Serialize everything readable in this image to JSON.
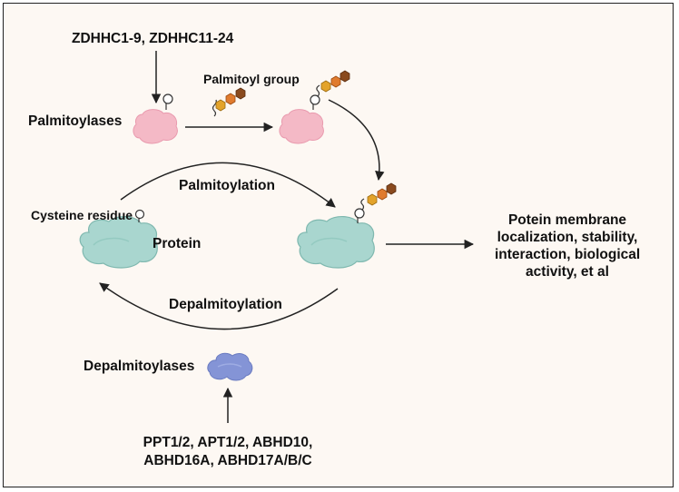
{
  "labels": {
    "zdhhc": "ZDHHC1-9, ZDHHC11-24",
    "palmitoyl_group": "Palmitoyl group",
    "palmitoylases": "Palmitoylases",
    "palmitoylation": "Palmitoylation",
    "cysteine_residue": "Cysteine residue",
    "protein": "Protein",
    "depalmitoylation": "Depalmitoylation",
    "depalmitoylases": "Depalmitoylases",
    "outcome_lines": [
      "Potein membrane",
      "localization,  stability,",
      "interaction,  biological",
      "activity, et al"
    ],
    "depalmitoylase_list_lines": [
      "PPT1/2, APT1/2, ABHD10,",
      "ABHD16A, ABHD17A/B/C"
    ]
  },
  "colors": {
    "background": "#fdf8f3",
    "palmitoylase_pink": "#f4b9c6",
    "protein_teal": "#a9d6cf",
    "depalmitoylase_blue": "#8494d6",
    "palmitoyl_orange": "#e07b2e",
    "palmitoyl_yellow": "#e3a32a",
    "palmitoyl_brown": "#8a4a1e",
    "arrow": "#222222"
  },
  "icons": [
    "palmitoylase-enzyme-icon",
    "protein-icon",
    "depalmitoylase-enzyme-icon",
    "palmitoyl-chain-icon",
    "cysteine-thiol-icon"
  ]
}
